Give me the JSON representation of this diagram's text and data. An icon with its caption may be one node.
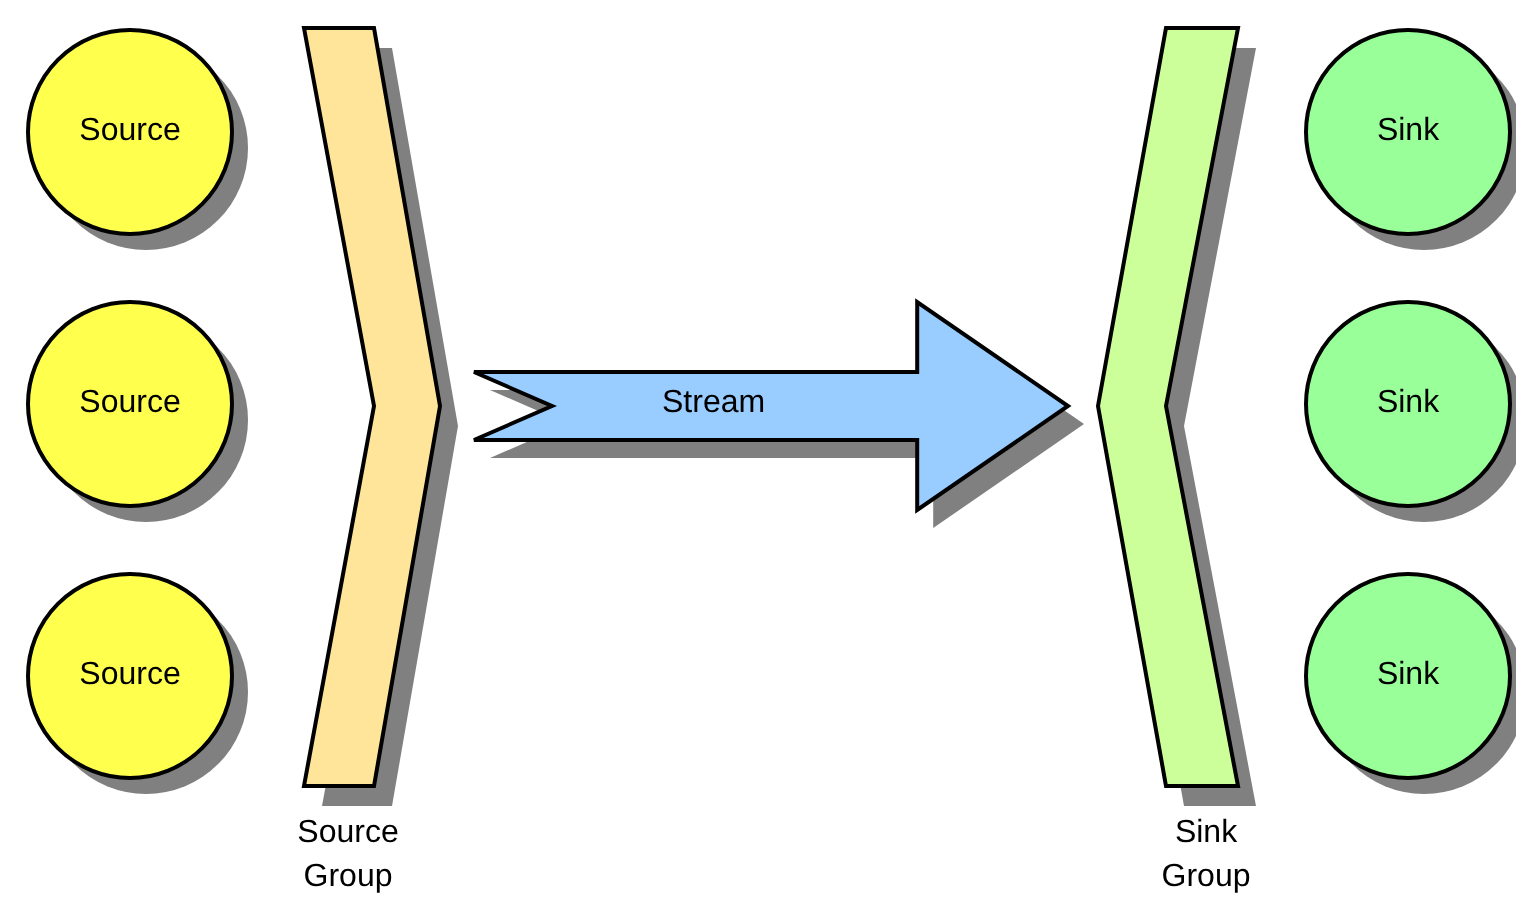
{
  "diagram": {
    "nodes": [
      {
        "text": [
          "Source"
        ]
      },
      {
        "text": [
          "Source"
        ]
      },
      {
        "text": [
          "Source"
        ]
      },
      {
        "text": [
          "Source Group"
        ]
      },
      {
        "text": [
          "Sink Group"
        ]
      },
      {
        "text": [
          "Sink"
        ]
      },
      {
        "text": [
          "Sink"
        ]
      },
      {
        "text": [
          "Sink"
        ]
      }
    ],
    "edges": [
      {
        "from": 3,
        "to": 4,
        "arrow": "to",
        "label": "Stream",
        "style": "thick"
      }
    ]
  }
}
